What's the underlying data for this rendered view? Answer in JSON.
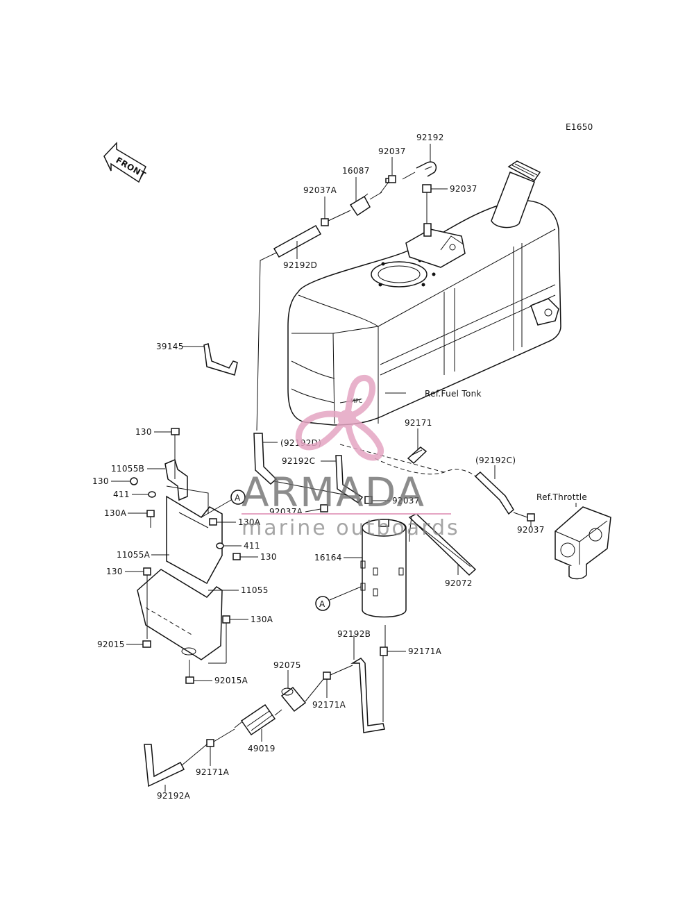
{
  "diagram_code": "E1650",
  "front_label": "FRONT",
  "watermark": {
    "brand": "ARMADA",
    "tagline": "marine outboards",
    "color": "#e5a5c3"
  },
  "references": {
    "fuel_tank": "Ref.Fuel Tonk",
    "throttle": "Ref.Throttle"
  },
  "callout_letter": "A",
  "parts": {
    "p92192": "92192",
    "p92037_top": "92037",
    "p16087": "16087",
    "p92037A_top": "92037A",
    "p92037_right": "92037",
    "p92192D": "92192D",
    "p39145": "39145",
    "p92192D_paren": "(92192D)",
    "p92171": "92171",
    "p92192C": "92192C",
    "p92192C_paren": "(92192C)",
    "p92037_mid": "92037",
    "p92037A_mid": "92037A",
    "p92037_throttle": "92037",
    "p130_a": "130",
    "p11055B": "11055B",
    "p130_b": "130",
    "p411_a": "411",
    "p130A_a": "130A",
    "p130A_b": "130A",
    "p411_b": "411",
    "p130_c": "130",
    "p11055A": "11055A",
    "p130_d": "130",
    "p11055": "11055",
    "p130A_c": "130A",
    "p92015": "92015",
    "p92015A": "92015A",
    "p16164": "16164",
    "p92072": "92072",
    "p92192B": "92192B",
    "p92171A_a": "92171A",
    "p92075": "92075",
    "p92171A_b": "92171A",
    "p49019": "49019",
    "p92171A_c": "92171A",
    "p92192A": "92192A"
  }
}
